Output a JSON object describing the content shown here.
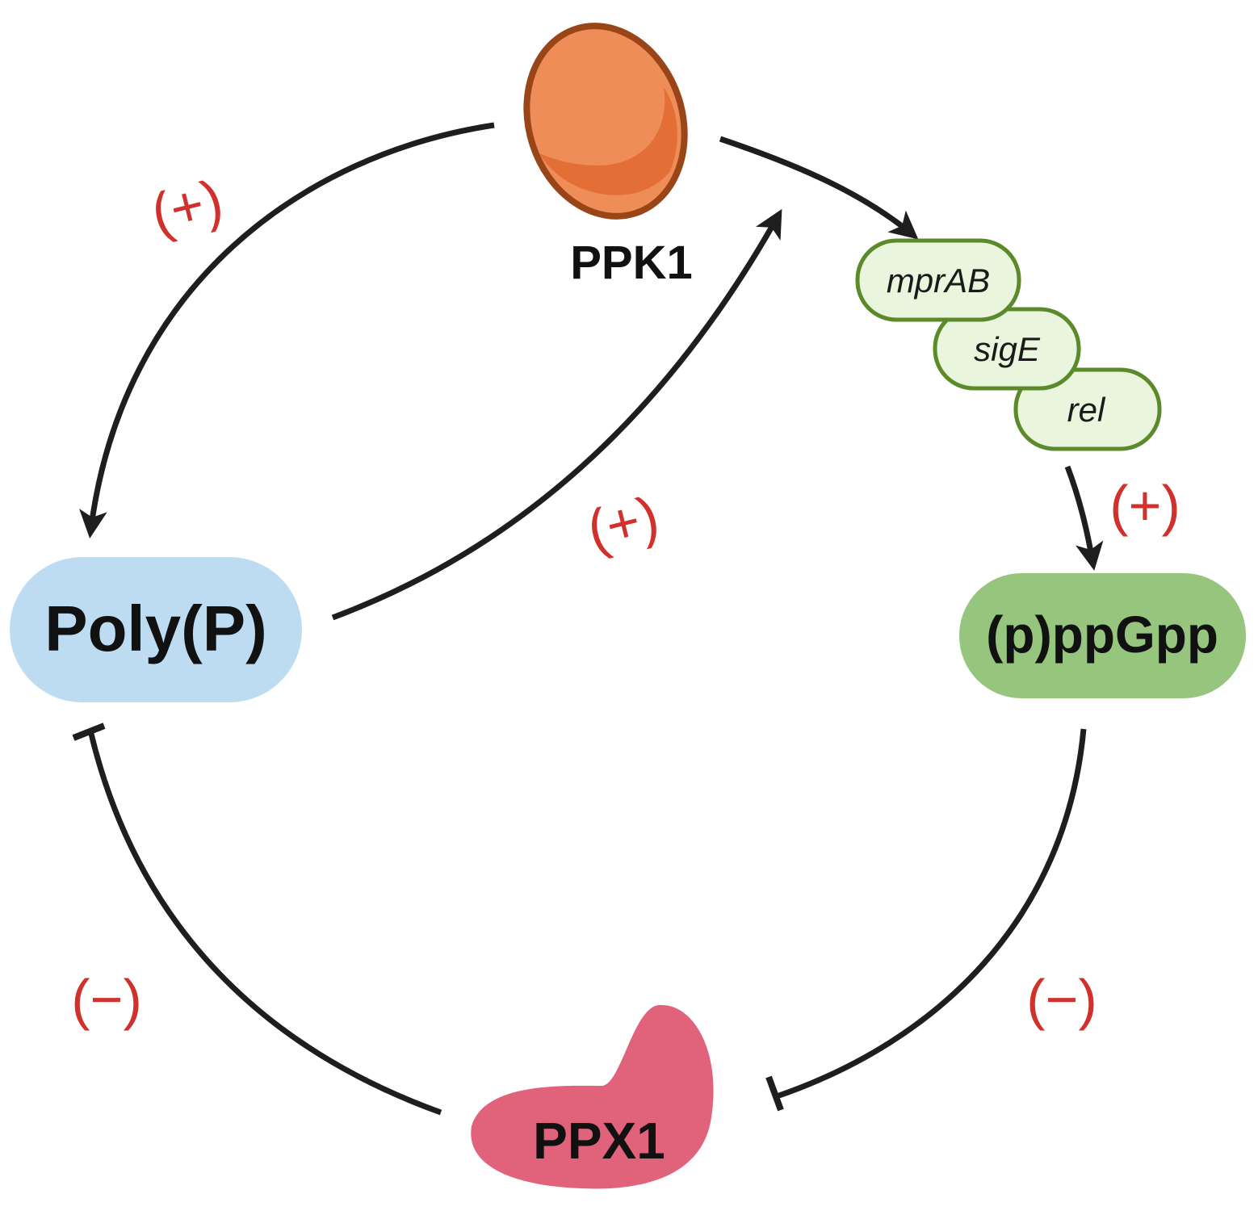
{
  "nodes": {
    "ppk1": {
      "label": "PPK1",
      "color": "#ee8d58",
      "border": "#9a4518"
    },
    "polyp": {
      "label": "Poly(P)",
      "color": "#bddcf2"
    },
    "ppgpp": {
      "label": "(p)ppGpp",
      "color": "#96c57e"
    },
    "ppx1": {
      "label": "PPX1",
      "color": "#e0637b"
    }
  },
  "genes": [
    {
      "label": "mprAB"
    },
    {
      "label": "sigE"
    },
    {
      "label": "rel"
    }
  ],
  "gene_style": {
    "fill": "#e9f5dc",
    "stroke": "#5a8a2a"
  },
  "signs": {
    "ppk1_to_polyp": "(+)",
    "polyp_to_ppk1": "(+)",
    "genes_to_ppgpp": "(+)",
    "ppgpp_to_ppx1": "(−)",
    "ppx1_to_polyp": "(−)"
  },
  "colors": {
    "arrow": "#1e1e1e",
    "sign": "#d0312d"
  }
}
